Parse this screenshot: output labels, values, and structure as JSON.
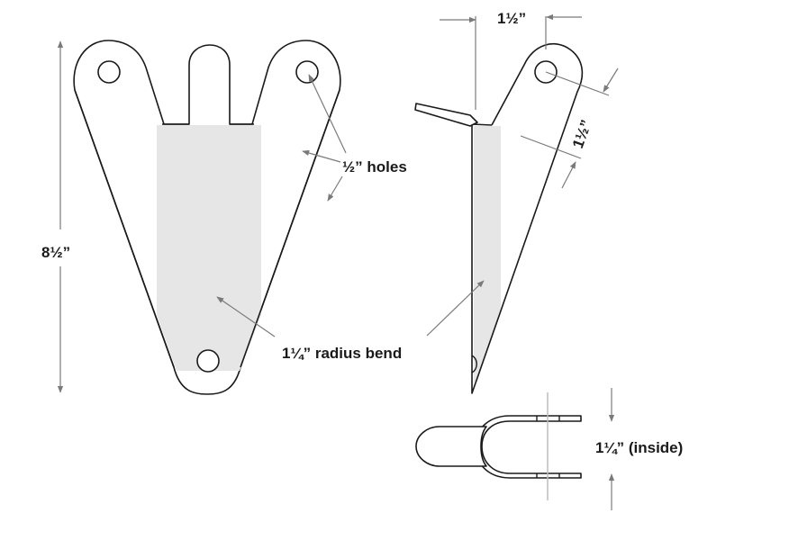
{
  "labels": {
    "height": "8½”",
    "holes": "½” holes",
    "bend": "1¼” radius bend",
    "top_width": "1½”",
    "side_dim": "1½”",
    "inside": "1¼” (inside)"
  },
  "colors": {
    "outline": "#1a1a1a",
    "dimension": "#7a7a7a",
    "shade": "#e6e6e6",
    "centerline": "#bdbdbd"
  }
}
